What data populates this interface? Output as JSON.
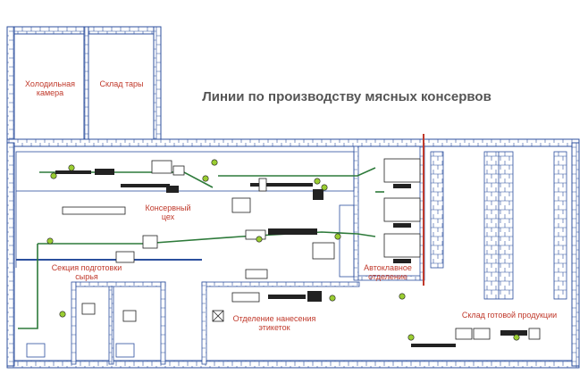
{
  "title": "Линии по производству мясных консервов",
  "rooms": {
    "cold_room": [
      "Холодильная",
      "камера"
    ],
    "container_store": "Склад тары",
    "canning_shop": [
      "Консервный",
      "цех"
    ],
    "raw_prep": [
      "Секция подготовки",
      "сырья"
    ],
    "autoclave": [
      "Автоклавное",
      "отделение"
    ],
    "labeling": [
      "Отделение нанесения",
      "этикеток"
    ],
    "finished_store": "Склад готовой продукции"
  },
  "colors": {
    "wall": "#2c4f9e",
    "conveyor": "#2d7a3a",
    "label": "#c0392b",
    "title": "#555555",
    "machine": "#222222",
    "autoclave_wall": "#c0392b",
    "node": "#9acd32"
  }
}
